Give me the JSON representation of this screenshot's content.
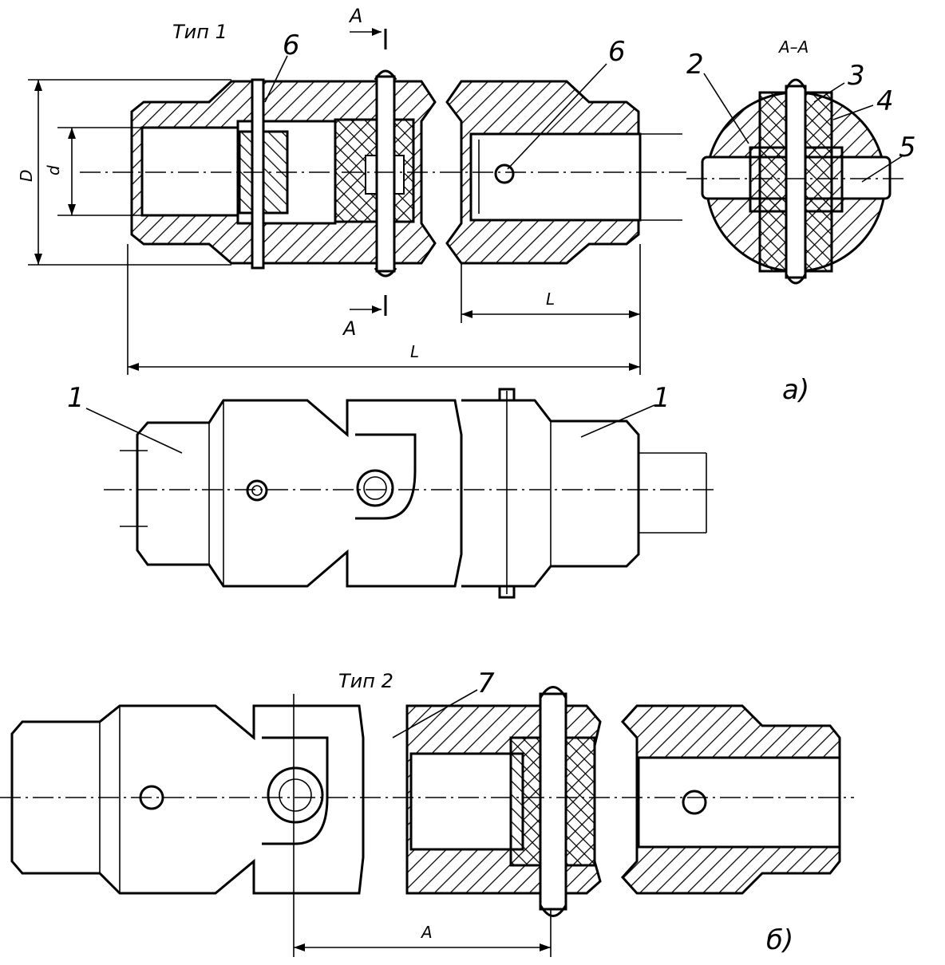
{
  "labels": {
    "type1": "Тип 1",
    "type2": "Тип 2",
    "section_mark_top": "А",
    "section_mark_bottom": "А",
    "section_title": "А–А",
    "dim_D": "D",
    "dim_d": "d",
    "dim_L_short": "L",
    "dim_L_long": "L",
    "dim_A": "А",
    "view_a": "а)",
    "view_b": "б)"
  },
  "callouts": {
    "p1_left": "1",
    "p1_right": "1",
    "p2": "2",
    "p3": "3",
    "p4": "4",
    "p5": "5",
    "p6_left": "6",
    "p6_right": "6",
    "p7": "7"
  }
}
